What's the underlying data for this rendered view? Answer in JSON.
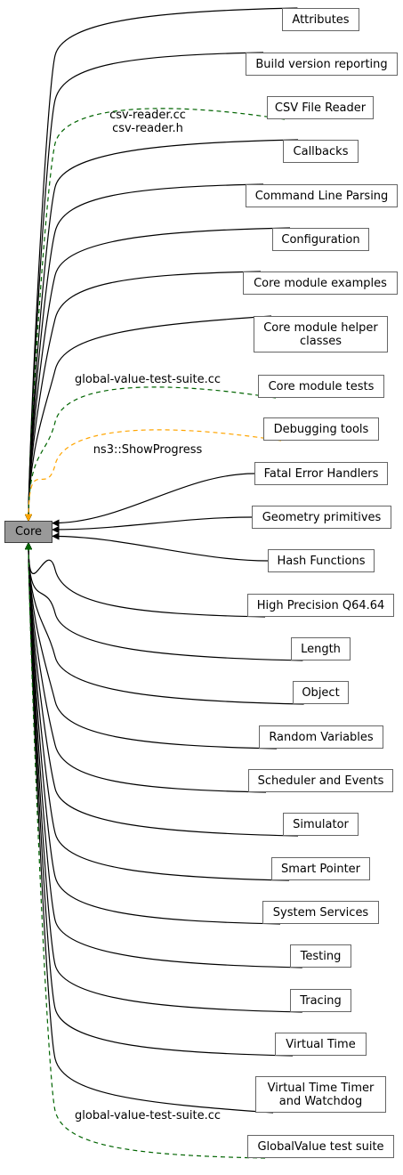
{
  "diagram": {
    "root": {
      "id": "core",
      "label": "Core"
    },
    "nodes": [
      {
        "id": "attributes",
        "label": "Attributes"
      },
      {
        "id": "build",
        "label": "Build version reporting"
      },
      {
        "id": "csv",
        "label": "CSV File Reader"
      },
      {
        "id": "callbacks",
        "label": "Callbacks"
      },
      {
        "id": "cmdline",
        "label": "Command Line Parsing"
      },
      {
        "id": "configuration",
        "label": "Configuration"
      },
      {
        "id": "examples",
        "label": "Core module examples"
      },
      {
        "id": "helper",
        "label": "Core module helper\nclasses"
      },
      {
        "id": "tests",
        "label": "Core module tests"
      },
      {
        "id": "debugging",
        "label": "Debugging tools"
      },
      {
        "id": "fatal",
        "label": "Fatal Error Handlers"
      },
      {
        "id": "geometry",
        "label": "Geometry primitives"
      },
      {
        "id": "hash",
        "label": "Hash Functions"
      },
      {
        "id": "q64",
        "label": "High Precision Q64.64"
      },
      {
        "id": "length",
        "label": "Length"
      },
      {
        "id": "object",
        "label": "Object"
      },
      {
        "id": "random",
        "label": "Random Variables"
      },
      {
        "id": "scheduler",
        "label": "Scheduler and Events"
      },
      {
        "id": "simulator",
        "label": "Simulator"
      },
      {
        "id": "smartptr",
        "label": "Smart Pointer"
      },
      {
        "id": "sysservices",
        "label": "System Services"
      },
      {
        "id": "testing",
        "label": "Testing"
      },
      {
        "id": "tracing",
        "label": "Tracing"
      },
      {
        "id": "vtime",
        "label": "Virtual Time"
      },
      {
        "id": "vtimer",
        "label": "Virtual Time Timer\nand Watchdog"
      },
      {
        "id": "globalvalue",
        "label": "GlobalValue test suite"
      }
    ],
    "edge_labels": {
      "csv": "csv-reader.cc\ncsv-reader.h",
      "tests": "global-value-test-suite.cc",
      "debugging": "ns3::ShowProgress",
      "globalvalue": "global-value-test-suite.cc"
    },
    "edge_styles": {
      "csv": "dashed-green",
      "tests": "dashed-green",
      "debugging": "dashed-orange",
      "globalvalue": "dashed-green"
    },
    "colors": {
      "solid_edge": "#000000",
      "dashed_green": "#006400",
      "dashed_orange": "#ffa500",
      "root_fill": "#999999",
      "node_border": "#666666"
    }
  }
}
